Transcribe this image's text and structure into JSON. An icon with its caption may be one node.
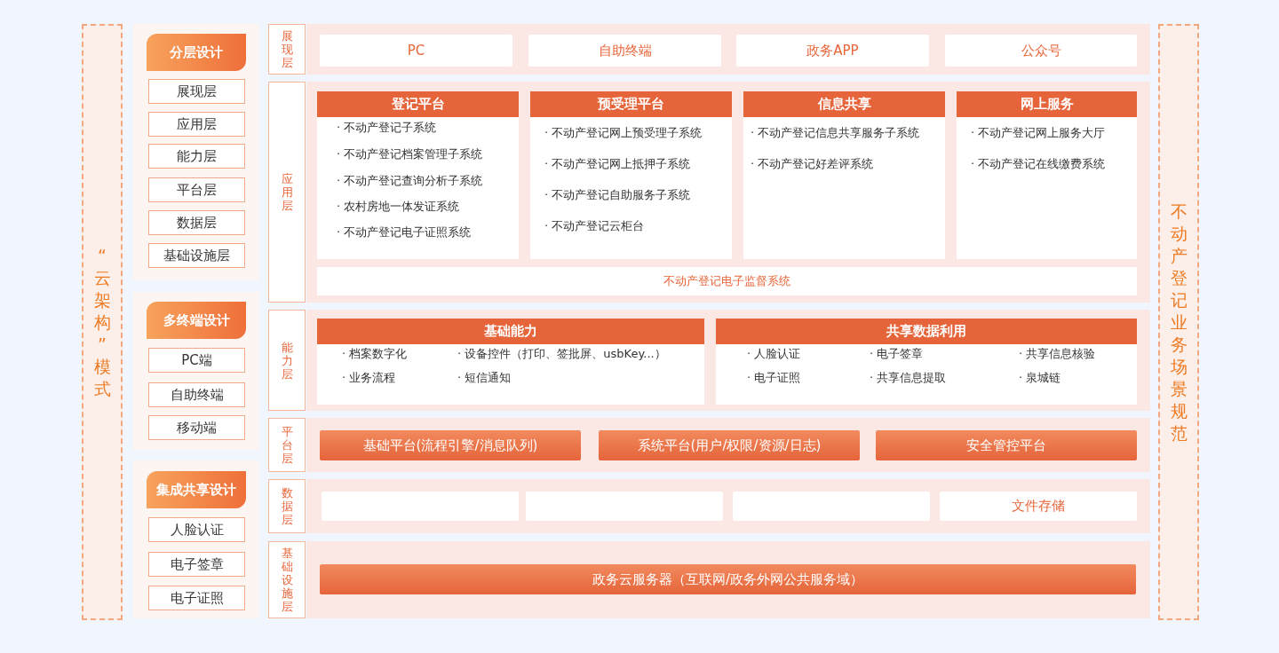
{
  "diagram": {
    "nodes": [
      {
        "text": [
          "“云架构”模式"
        ]
      },
      {
        "text": [],
        "shape": "box"
      },
      {
        "text": [
          "分层设计"
        ],
        "in": 1
      },
      {
        "text": [
          "展现层"
        ],
        "in": 1
      },
      {
        "text": [
          "应用层"
        ],
        "in": 1
      },
      {
        "text": [
          "能力层"
        ],
        "in": 1
      },
      {
        "text": [
          "平台层"
        ],
        "in": 1
      },
      {
        "text": [
          "数据层"
        ],
        "in": 1
      },
      {
        "text": [
          "基础设施层"
        ],
        "in": 1
      },
      {
        "text": [],
        "shape": "box"
      },
      {
        "text": [
          "多终端设计"
        ],
        "in": 9
      },
      {
        "text": [
          "PC端"
        ],
        "in": 9
      },
      {
        "text": [
          "自助终端"
        ],
        "in": 9
      },
      {
        "text": [
          "移动端"
        ],
        "in": 9
      },
      {
        "text": [],
        "shape": "box"
      },
      {
        "text": [
          "集成共享设计"
        ],
        "in": 14
      },
      {
        "text": [
          "人脸认证"
        ],
        "in": 14
      },
      {
        "text": [
          "电子签章"
        ],
        "in": 14
      },
      {
        "text": [
          "电子证照"
        ],
        "in": 14
      },
      {
        "text": [
          "展现层"
        ]
      },
      {
        "text": [],
        "shape": "box"
      },
      {
        "text": [
          "PC"
        ],
        "in": 20
      },
      {
        "text": [
          "自助终端"
        ],
        "in": 20
      },
      {
        "text": [
          "政务APP"
        ],
        "in": 20
      },
      {
        "text": [
          "公众号"
        ],
        "in": 20
      },
      {
        "text": [
          "应用层"
        ]
      },
      {
        "text": [],
        "shape": "box"
      },
      {
        "text": [
          "登记平台",
          "· 不动产登记子系统",
          "· 不动产登记档案管理子系统",
          "· 不动产登记查询分析子系统",
          "· 农村房地一体发证系统",
          "· 不动产登记电子证照系统"
        ],
        "in": 26
      },
      {
        "text": [
          "预受理平台",
          "· 不动产登记网上预受理子系统",
          "· 不动产登记网上抵押子系统",
          "· 不动产登记自助服务子系统",
          "· 不动产登记云柜台"
        ],
        "in": 26
      },
      {
        "text": [
          "信息共享",
          "· 不动产登记信息共享服务子系统",
          "· 不动产登记好差评系统"
        ],
        "in": 26
      },
      {
        "text": [
          "网上服务",
          "· 不动产登记网上服务大厅",
          "· 不动产登记在线缴费系统"
        ],
        "in": 26
      },
      {
        "text": [
          "不动产登记电子监督系统"
        ],
        "in": 26
      },
      {
        "text": [
          "能力层"
        ]
      },
      {
        "text": [],
        "shape": "box"
      },
      {
        "text": [
          "基础能力",
          "· 档案数字化",
          "· 设备控件（打印、签批屏、usbKey...）",
          "· 业务流程",
          "· 短信通知"
        ],
        "in": 33
      },
      {
        "text": [
          "共享数据利用",
          "· 人脸认证",
          "· 电子签章",
          "· 共享信息核验",
          "· 电子证照",
          "· 共享信息提取",
          "· 泉城链"
        ],
        "in": 33
      },
      {
        "text": [
          "平台层"
        ]
      },
      {
        "text": [],
        "shape": "box"
      },
      {
        "text": [
          "基础平台(流程引擎/消息队列)"
        ],
        "in": 37
      },
      {
        "text": [
          "系统平台(用户/权限/资源/日志)"
        ],
        "in": 37
      },
      {
        "text": [
          "安全管控平台"
        ],
        "in": 37
      },
      {
        "text": [
          "数据层"
        ]
      },
      {
        "text": [],
        "shape": "box"
      },
      {
        "text": [],
        "shape": "box",
        "in": 42
      },
      {
        "text": [],
        "shape": "box",
        "in": 42
      },
      {
        "text": [],
        "shape": "box",
        "in": 42
      },
      {
        "text": [
          "文件存储"
        ],
        "in": 42
      },
      {
        "text": [
          "基础设施层"
        ]
      },
      {
        "text": [],
        "shape": "box"
      },
      {
        "text": [
          "政务云服务器（互联网/政务外网公共服务域）"
        ],
        "in": 48
      },
      {
        "text": [
          "不动产登记业务场景规范"
        ]
      }
    ]
  }
}
